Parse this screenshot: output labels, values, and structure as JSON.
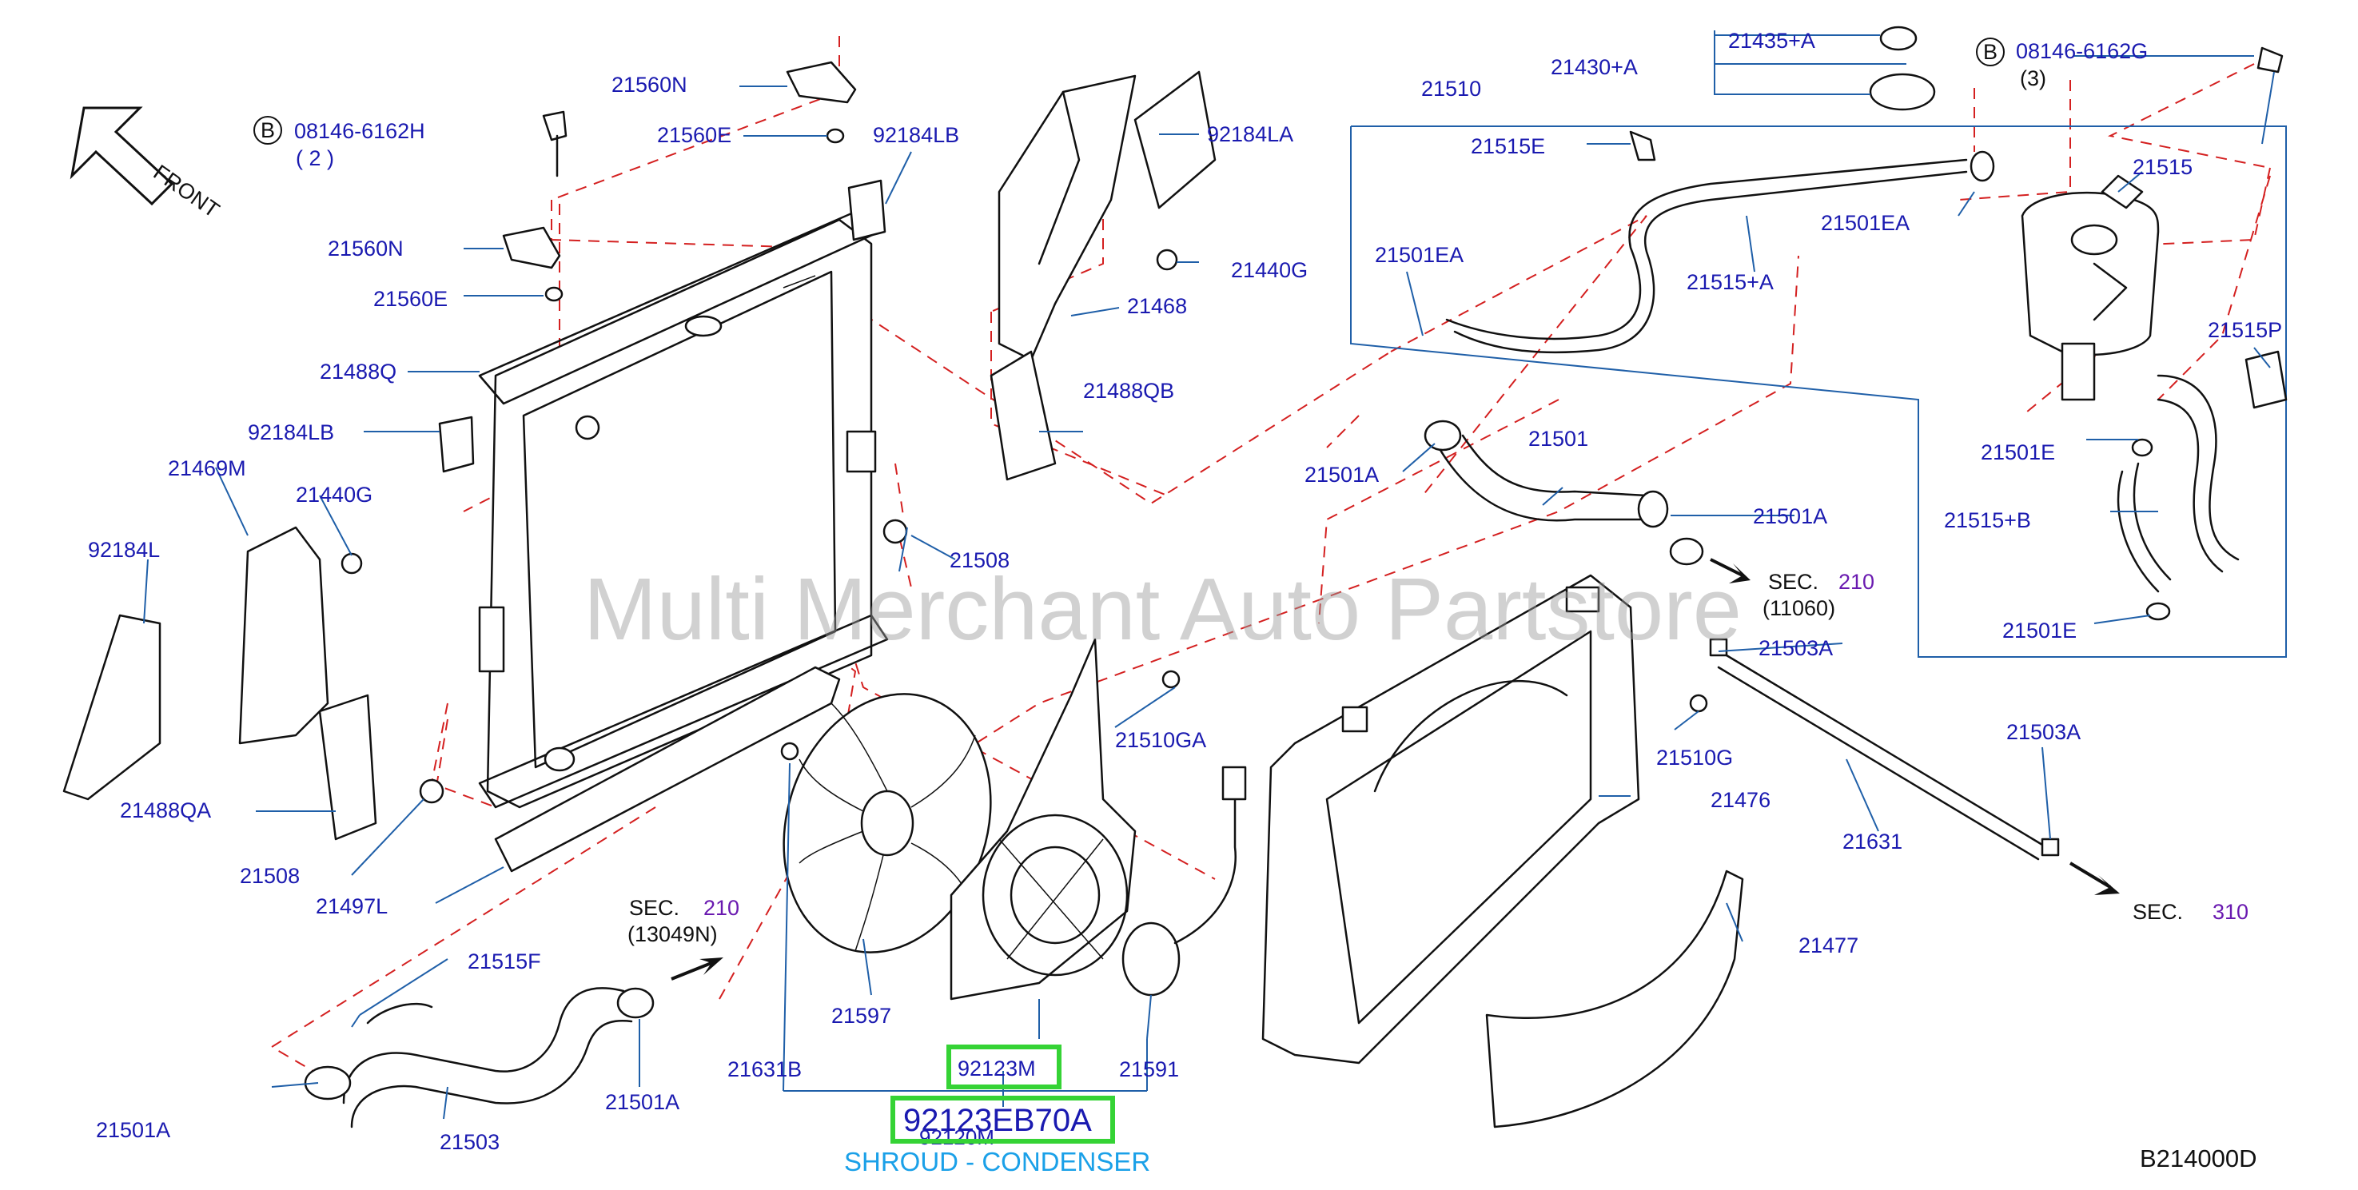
{
  "diagram": {
    "watermark": "Multi Merchant Auto Partstore",
    "diagram_code": "B214000D",
    "front_label": "FRONT",
    "circle_b": "B",
    "bolt_left": "08146-6162H",
    "bolt_left_qty": "( 2 )",
    "bolt_right": "08146-6162G",
    "bolt_right_qty": "(3)",
    "highlight_part": "92123M",
    "highlight_number": "92123EB70A",
    "hidden_label": "92120M",
    "caption": "SHROUD - CONDENSER",
    "sec": "SEC.",
    "sec_210": "210",
    "sec_310": "310",
    "sec_ref_11060": "(11060)",
    "sec_ref_13049n": "(13049N)",
    "labels": {
      "21560N_a": "21560N",
      "21560E_a": "21560E",
      "21560N_b": "21560N",
      "21560E_b": "21560E",
      "92184LB_a": "92184LB",
      "92184LB_b": "92184LB",
      "92184LA": "92184LA",
      "92184L": "92184L",
      "21488Q": "21488Q",
      "21488QA": "21488QA",
      "21488QB": "21488QB",
      "21469M": "21469M",
      "21440G_a": "21440G",
      "21440G_b": "21440G",
      "21468": "21468",
      "21508_a": "21508",
      "21508_b": "21508",
      "21497L": "21497L",
      "21510": "21510",
      "21515E": "21515E",
      "21430A": "21430+A",
      "21435A": "21435+A",
      "21515": "21515",
      "21501EA_a": "21501EA",
      "21501EA_b": "21501EA",
      "21515A": "21515+A",
      "21515P": "21515P",
      "21501E_a": "21501E",
      "21501E_b": "21501E",
      "21515B": "21515+B",
      "21501A_a": "21501A",
      "21501": "21501",
      "21501A_b": "21501A",
      "21501A_c": "21501A",
      "21501A_d": "21501A",
      "21503A_a": "21503A",
      "21503A_b": "21503A",
      "21510GA": "21510GA",
      "21510G": "21510G",
      "21476": "21476",
      "21631": "21631",
      "21477": "21477",
      "21515F": "21515F",
      "21597": "21597",
      "21631B": "21631B",
      "21591": "21591",
      "21503": "21503"
    }
  }
}
